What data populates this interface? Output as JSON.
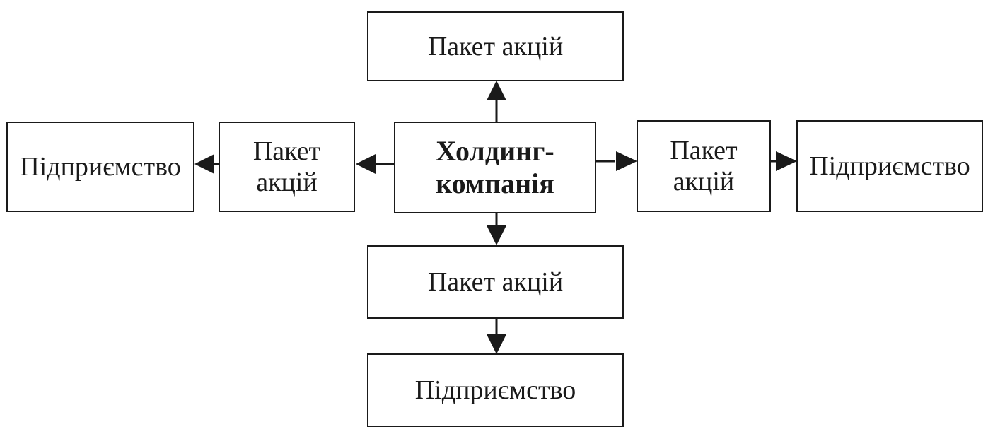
{
  "diagram": {
    "center": {
      "line1": "Холдинг-",
      "line2": "компанія"
    },
    "top_package": "Пакет акцій",
    "bottom_package": "Пакет акцій",
    "bottom_enterprise": "Підприємство",
    "left_package": {
      "line1": "Пакет",
      "line2": "акцій"
    },
    "left_enterprise": "Підприємство",
    "right_package": {
      "line1": "Пакет",
      "line2": "акцій"
    },
    "right_enterprise": "Підприємство"
  }
}
